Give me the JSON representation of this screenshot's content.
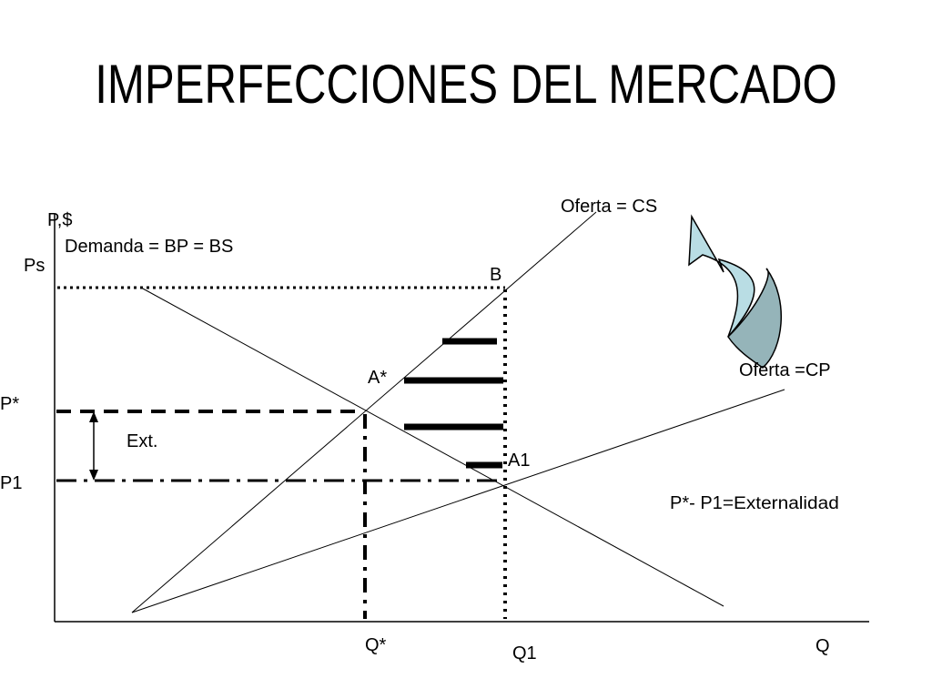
{
  "title": "IMPERFECCIONES DEL MERCADO",
  "axes": {
    "y_label": "P,$",
    "x_label": "Q"
  },
  "curves": {
    "demand_label": "Demanda = BP = BS",
    "social_supply_label": "Oferta = CS",
    "private_supply_label": "Oferta =CP"
  },
  "price_labels": {
    "ps": "Ps",
    "p_star": "P*",
    "p1": "P1"
  },
  "quantity_labels": {
    "q_star": "Q*",
    "q1": "Q1"
  },
  "points": {
    "b": "B",
    "a_star": "A*",
    "a1": "A1"
  },
  "ext_label": "Ext.",
  "formula_prefix": "P*- P1",
  "formula_suffix": "=Externalidad",
  "colors": {
    "arrow_fill": "#b9dde4",
    "arrow_shade": "#95b4b9",
    "line": "#000000"
  }
}
